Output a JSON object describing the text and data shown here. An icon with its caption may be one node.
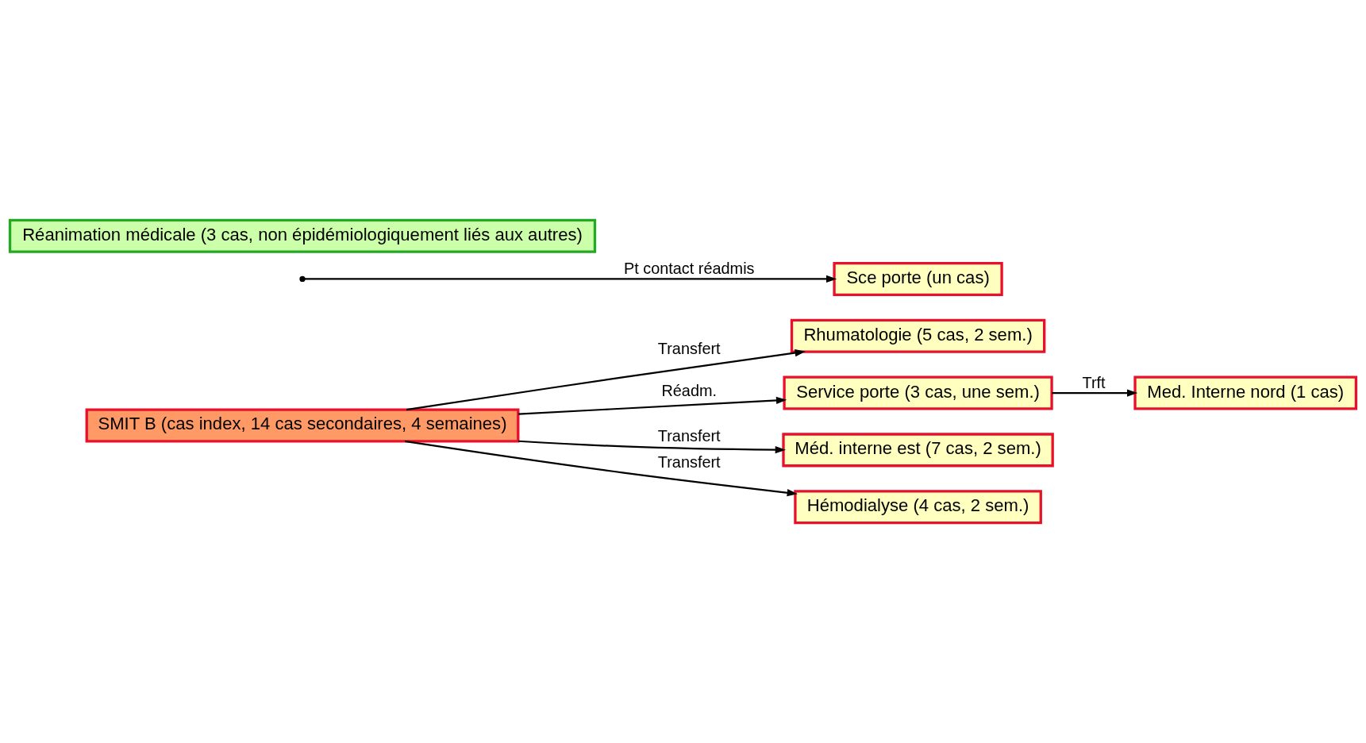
{
  "diagram": {
    "nodes": [
      {
        "text": [
          "SMIT B (cas index, 14 cas secondaires, 4 semaines)"
        ]
      },
      {
        "text": [
          "Rhumatologie (5 cas, 2 sem.)"
        ]
      },
      {
        "text": [
          "Service porte (3 cas, une sem.)"
        ]
      },
      {
        "text": [
          "Méd. interne est (7 cas, 2 sem.)"
        ]
      },
      {
        "text": [
          "Hémodialyse (4 cas, 2 sem.)"
        ]
      },
      {
        "text": [
          "Med. Interne nord (1 cas)"
        ]
      },
      {
        "text": [
          "Sce porte (un cas)"
        ]
      },
      {
        "text": [
          "Réanimation médicale (3 cas, non épidémiologiquement liés aux autres)"
        ]
      }
    ],
    "edges": [
      {
        "from": 0,
        "to": 1,
        "arrow": "to",
        "label": "Transfert"
      },
      {
        "from": 0,
        "to": 2,
        "arrow": "to",
        "label": "Réadm."
      },
      {
        "from": 0,
        "to": 3,
        "arrow": "to",
        "label": "Transfert"
      },
      {
        "from": 0,
        "to": 4,
        "arrow": "to",
        "label": "Transfert"
      },
      {
        "from": 2,
        "to": 5,
        "arrow": "to",
        "label": "Trft"
      },
      {
        "from": null,
        "to": 6,
        "arrow": "to",
        "label": "Pt contact réadmis"
      }
    ]
  }
}
